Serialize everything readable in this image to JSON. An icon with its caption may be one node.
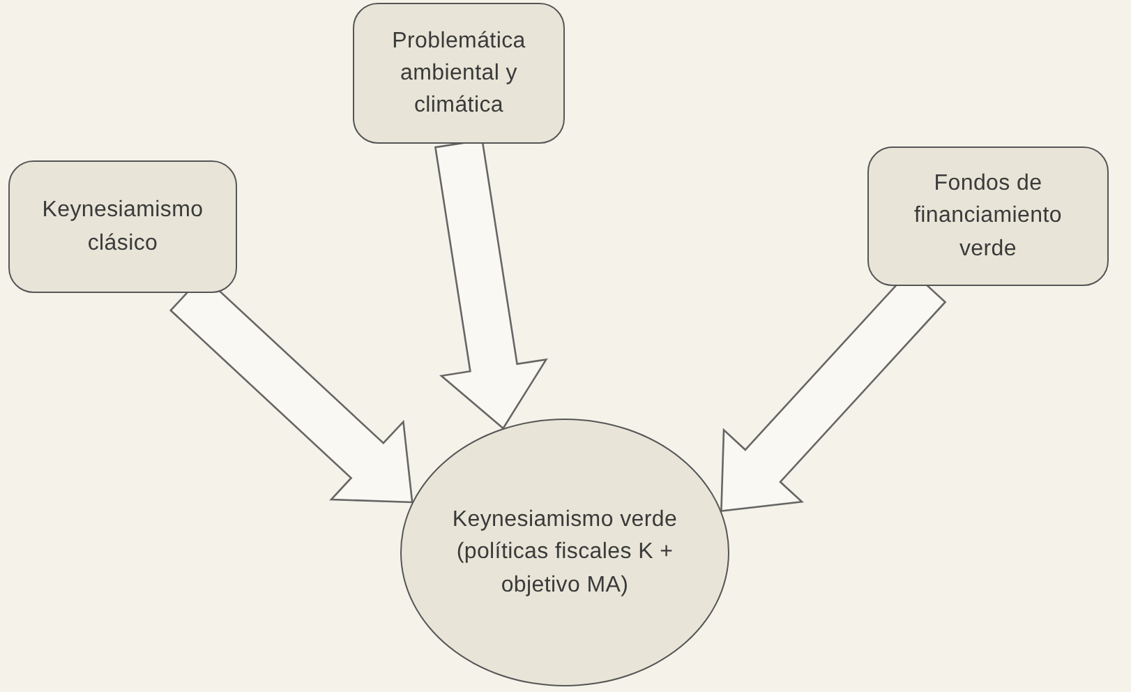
{
  "diagram": {
    "nodes": [
      {
        "text": [
          "Problemática ambiental y climática"
        ]
      },
      {
        "text": [
          "Keynesiamismo clásico"
        ]
      },
      {
        "text": [
          "Fondos de financiamiento verde"
        ]
      },
      {
        "text": [
          "Keynesiamismo verde (políticas fiscales K + objetivo MA)"
        ]
      }
    ],
    "edges": [
      {
        "from": 0,
        "to": 3,
        "arrow": "to"
      },
      {
        "from": 1,
        "to": 3,
        "arrow": "to"
      },
      {
        "from": 2,
        "to": 3,
        "arrow": "to"
      }
    ]
  }
}
